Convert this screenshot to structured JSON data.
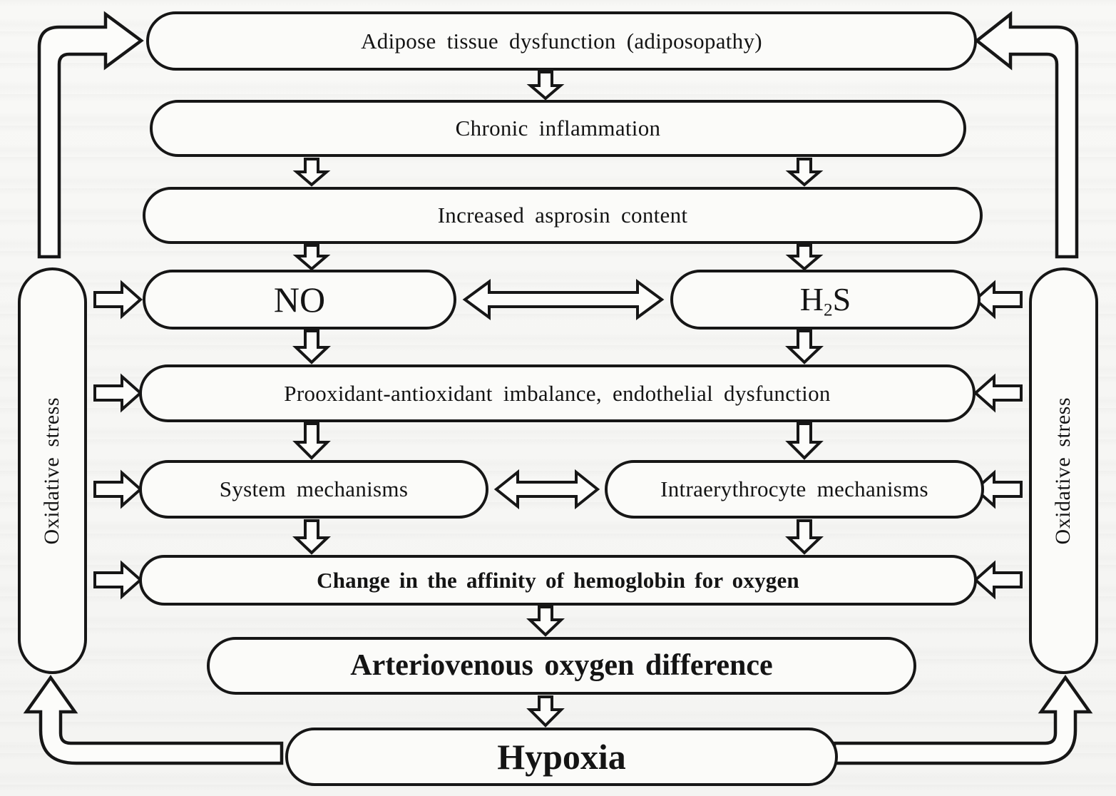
{
  "diagram": {
    "title_hint": "Pathophysiology flowchart of adiposopathy leading to hypoxia",
    "colors": {
      "ink": "#161616",
      "paper": "#f7f7f5",
      "box_fill": "#fbfbf9"
    },
    "boxes": {
      "adipose": {
        "label": "Adipose tissue dysfunction (adiposopathy)"
      },
      "chronic": {
        "label": "Chronic inflammation"
      },
      "asprosin": {
        "label": "Increased asprosin content"
      },
      "no": {
        "label": "NO"
      },
      "h2s": {
        "pre": "H",
        "sub": "2",
        "post": "S"
      },
      "imbalance": {
        "label": "Prooxidant-antioxidant imbalance, endothelial dysfunction"
      },
      "system": {
        "label": "System mechanisms"
      },
      "intraerythrocyte": {
        "label": "Intraerythrocyte mechanisms"
      },
      "affinity": {
        "label": "Change in the affinity of hemoglobin for oxygen"
      },
      "arteriovenous": {
        "label": "Arteriovenous oxygen difference"
      },
      "hypoxia": {
        "label": "Hypoxia"
      }
    },
    "side_labels": {
      "left": "Oxidative stress",
      "right": "Oxidative stress"
    },
    "connections": [
      "adipose -> chronic",
      "chronic -> asprosin (two arrows)",
      "asprosin -> no",
      "asprosin -> h2s",
      "no <-> h2s",
      "no -> imbalance",
      "h2s -> imbalance",
      "imbalance -> system",
      "imbalance -> intraerythrocyte",
      "system <-> intraerythrocyte",
      "system -> affinity",
      "intraerythrocyte -> affinity",
      "affinity -> arteriovenous",
      "arteriovenous -> hypoxia",
      "hypoxia -> oxidative-stress-left (loop up)",
      "hypoxia -> oxidative-stress-right (loop up)",
      "oxidative-stress-left -> adipose (loop up)",
      "oxidative-stress-right -> adipose (loop up)",
      "oxidative-stress-left -> no, imbalance, system, affinity (side arrows)",
      "oxidative-stress-right -> h2s, imbalance, intraerythrocyte, affinity (side arrows)"
    ]
  }
}
